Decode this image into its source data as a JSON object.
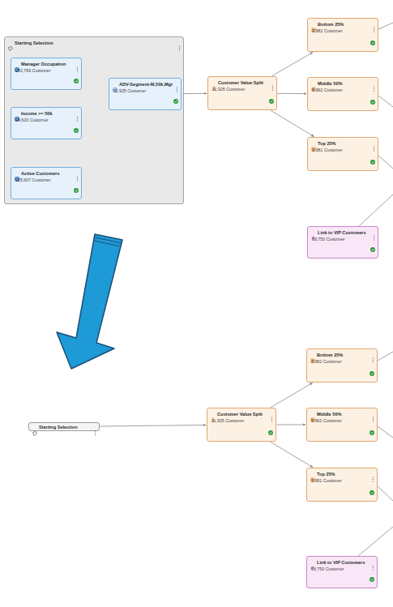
{
  "diagram": {
    "nodes": [
      {
        "text": [
          "Starting Selection"
        ]
      },
      {
        "text": [
          "Manager Occupation",
          "242,766 Customer"
        ],
        "in": 0
      },
      {
        "text": [
          "Income >= 50k",
          "24,620 Customer"
        ],
        "in": 0
      },
      {
        "text": [
          "Active Customers",
          "125,607 Customer"
        ],
        "in": 0
      },
      {
        "text": [
          "ADV-Segment-M,50k,Mgr",
          "11,925 Customer"
        ],
        "in": 0
      },
      {
        "text": [
          "Customer Value Split",
          "11,925 Customer"
        ]
      },
      {
        "text": [
          "Bottom 25%",
          "2,982 Customer"
        ]
      },
      {
        "text": [
          "Middle 50%",
          "5,962 Customer"
        ]
      },
      {
        "text": [
          "Top 25%",
          "2,981 Customer"
        ]
      },
      {
        "text": [
          "Link to VIP Customers",
          "83,750 Customer"
        ]
      },
      {
        "text": [
          "Starting Selection"
        ]
      },
      {
        "text": [
          "Customer Value Split",
          "11,925 Customer"
        ]
      },
      {
        "text": [
          "Bottom 25%",
          "2,982 Customer"
        ]
      },
      {
        "text": [
          "Middle 50%",
          "5,962 Customer"
        ]
      },
      {
        "text": [
          "Top 25%",
          "2,981 Customer"
        ]
      },
      {
        "text": [
          "Link to VIP Customers",
          "83,750 Customer"
        ]
      }
    ],
    "edges": [
      {
        "from": 1,
        "to": 4,
        "arrow": "to"
      },
      {
        "from": 2,
        "to": 4,
        "arrow": "to"
      },
      {
        "from": 3,
        "to": 4,
        "arrow": "to"
      },
      {
        "from": 4,
        "to": 5,
        "arrow": "to"
      },
      {
        "from": 5,
        "to": 6,
        "arrow": "to"
      },
      {
        "from": 5,
        "to": 7,
        "arrow": "to"
      },
      {
        "from": 5,
        "to": 8,
        "arrow": "to"
      },
      {
        "from": 10,
        "to": 11,
        "arrow": "to"
      },
      {
        "from": 11,
        "to": 12,
        "arrow": "to"
      },
      {
        "from": 11,
        "to": 13,
        "arrow": "to"
      },
      {
        "from": 11,
        "to": 14,
        "arrow": "to"
      }
    ]
  }
}
